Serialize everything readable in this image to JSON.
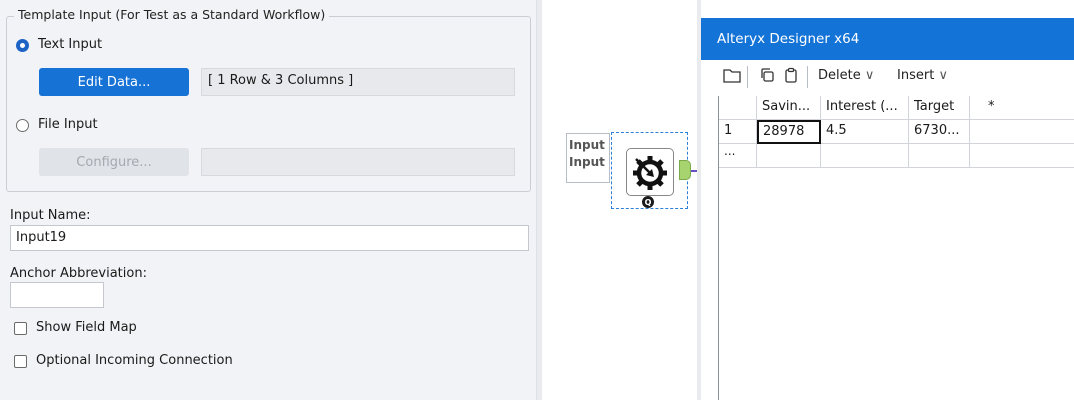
{
  "config": {
    "group_title": "Template Input (For Test as a Standard Workflow)",
    "text_input_label": "Text Input",
    "edit_data_label": "Edit Data...",
    "data_summary": "[ 1 Row & 3 Columns ]",
    "file_input_label": "File Input",
    "configure_label": "Configure...",
    "input_name_label": "Input Name:",
    "input_name_value": "Input19",
    "anchor_abbrev_label": "Anchor Abbreviation:",
    "anchor_abbrev_value": "",
    "show_field_map_label": "Show Field Map",
    "optional_incoming_label": "Optional Incoming Connection"
  },
  "canvas": {
    "anchor_label_line1": "Input",
    "anchor_label_line2": "Input",
    "badge": "Q"
  },
  "designer": {
    "title": "Alteryx Designer x64",
    "toolbar": {
      "delete_label": "Delete",
      "insert_label": "Insert"
    },
    "columns": [
      "Savin...",
      "Interest (...",
      "Target",
      "*"
    ],
    "rows": [
      {
        "num": "1",
        "cells": [
          "28978",
          "4.5",
          "6730...",
          ""
        ]
      },
      {
        "num": "...",
        "cells": [
          "",
          "",
          "",
          ""
        ]
      }
    ]
  },
  "colors": {
    "accent": "#1672d4",
    "titlebar": "#1473d6",
    "anchor_green": "#a7d46f"
  }
}
